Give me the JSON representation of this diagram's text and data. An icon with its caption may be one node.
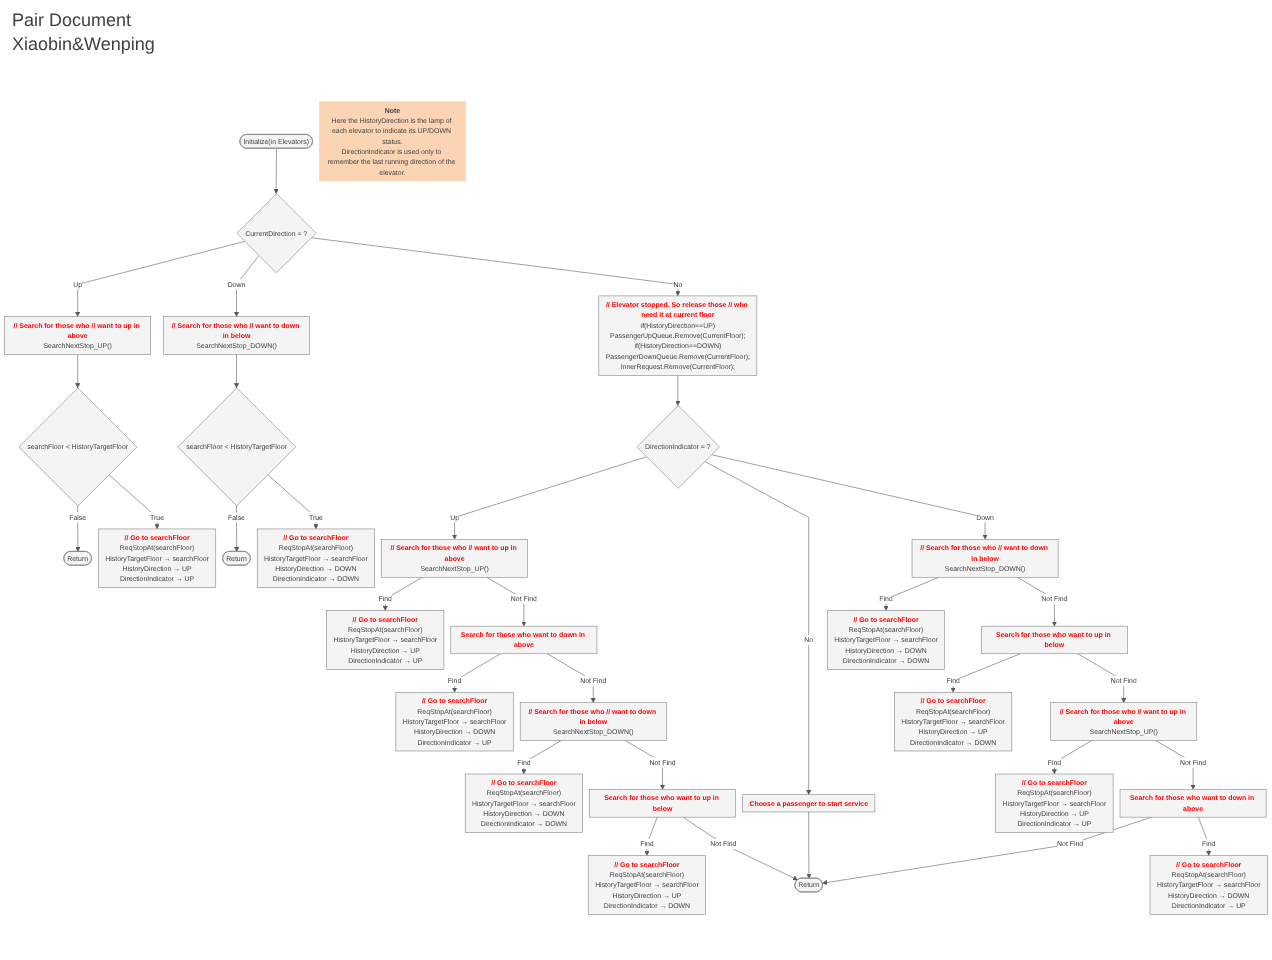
{
  "diagram": {
    "title": "Pair Document",
    "labels": [
      "Xiaobin&Wenping"
    ],
    "nodes": [
      {
        "text": [
          "Initialize(in Elevators)"
        ]
      },
      {
        "text": [
          "CurrentDirection = ?"
        ]
      },
      {
        "text": [
          "// Search for those who // want to up in above",
          "SearchNextStop_UP()"
        ]
      },
      {
        "text": [
          "// Search for those who // want to down in below",
          "SearchNextStop_DOWN()"
        ]
      },
      {
        "text": [
          "Return"
        ]
      },
      {
        "text": [
          "searchFloor < HistoryTargetFloor"
        ]
      },
      {
        "text": [
          "// Elevator stopped. So release those // who need it at current floor",
          "if(HistoryDirection==UP)",
          "PassengerUpQueue.Remove(CurrentFloor);",
          "if(HistoryDirection==DOWN)",
          "PassengerDownQueue.Remove(CurrentFloor);",
          "InnerRequest.Remove(CurrentFloor);"
        ]
      },
      {
        "text": [
          "searchFloor < HistoryTargetFloor"
        ]
      },
      {
        "text": [
          "Return"
        ]
      },
      {
        "text": [
          "Note",
          "Here the HistoryDirection is the lamp of each elevator to indicate its UP/DOWN status.",
          "DirectionIndicator is used only to remember the last running direction of the elevator."
        ]
      },
      {
        "text": [
          "// Go to searchFloor",
          "ReqStopAt(searchFloor)",
          "HistoryTargetFloor → searchFloor",
          "HistoryDirection → UP",
          "DirectionIndicator → UP"
        ]
      },
      {
        "text": [
          "// Go to searchFloor",
          "ReqStopAt(searchFloor)",
          "HistoryTargetFloor → searchFloor",
          "HistoryDirection → DOWN",
          "DirectionIndicator → DOWN"
        ]
      },
      {
        "text": [
          "DirectionIndicator = ?"
        ]
      },
      {
        "text": [
          "// Go to searchFloor",
          "ReqStopAt(searchFloor)",
          "HistoryTargetFloor → searchFloor",
          "HistoryDirection → UP",
          "DirectionIndicator → UP"
        ]
      },
      {
        "text": [
          "// Search for those who // want to up in above",
          "SearchNextStop_UP()"
        ]
      },
      {
        "text": [
          "// Search for those who // want to down in below",
          "SearchNextStop_DOWN()"
        ]
      },
      {
        "text": [
          "// Go to searchFloor",
          "ReqStopAt(searchFloor)",
          "HistoryTargetFloor → searchFloor",
          "HistoryDirection → DOWN",
          "DirectionIndicator → DOWN"
        ]
      },
      {
        "text": [
          "// Go to searchFloor",
          "ReqStopAt(searchFloor)",
          "HistoryTargetFloor → searchFloor",
          "HistoryDirection → DOWN",
          "DirectionIndicator → UP"
        ]
      },
      {
        "text": [
          "Search for those who want to down in above"
        ]
      },
      {
        "text": [
          "Choose a passenger to start service"
        ]
      },
      {
        "text": [
          "Search for those who want to up in below"
        ]
      },
      {
        "text": [
          "// Go to searchFloor",
          "ReqStopAt(searchFloor)",
          "HistoryTargetFloor → searchFloor",
          "HistoryDirection → UP",
          "DirectionIndicator → DOWN"
        ]
      },
      {
        "text": [
          "// Go to searchFloor",
          "ReqStopAt(searchFloor)",
          "HistoryTargetFloor → searchFloor",
          "HistoryDirection → DOWN",
          "DirectionIndicator → DOWN"
        ]
      },
      {
        "text": [
          "// Search for those who // want to down in below",
          "SearchNextStop_DOWN()"
        ]
      },
      {
        "text": [
          "// Search for those who // want to up in above",
          "SearchNextStop_UP()"
        ]
      },
      {
        "text": [
          "// Go to searchFloor",
          "ReqStopAt(searchFloor)",
          "HistoryTargetFloor → searchFloor",
          "HistoryDirection → UP",
          "DirectionIndicator → UP"
        ]
      },
      {
        "text": [
          "// Go to searchFloor",
          "ReqStopAt(searchFloor)",
          "HistoryTargetFloor → searchFloor",
          "HistoryDirection → UP",
          "DirectionIndicator → DOWN"
        ]
      },
      {
        "text": [
          "Search for those who want to up in below"
        ]
      },
      {
        "text": [
          "Return"
        ]
      },
      {
        "text": [
          "Search for those who want to down in above"
        ]
      },
      {
        "text": [
          "// Go to searchFloor",
          "ReqStopAt(searchFloor)",
          "HistoryTargetFloor → searchFloor",
          "HistoryDirection → DOWN",
          "DirectionIndicator → UP"
        ]
      }
    ],
    "edges": [
      {
        "from": 0,
        "to": 1,
        "arrow": "to"
      },
      {
        "from": 1,
        "to": 2,
        "label": "Up",
        "arrow": "to"
      },
      {
        "from": 1,
        "to": 3,
        "label": "Down",
        "arrow": "to"
      },
      {
        "from": 1,
        "to": 6,
        "label": "No",
        "arrow": "to"
      },
      {
        "from": 2,
        "to": 5,
        "arrow": "to"
      },
      {
        "from": 3,
        "to": 7,
        "arrow": "to"
      },
      {
        "from": 5,
        "to": 4,
        "label": "False",
        "arrow": "to"
      },
      {
        "from": 5,
        "to": 10,
        "label": "True",
        "arrow": "to"
      },
      {
        "from": 7,
        "to": 8,
        "label": "False",
        "arrow": "to"
      },
      {
        "from": 7,
        "to": 11,
        "label": "True",
        "arrow": "to"
      },
      {
        "from": 6,
        "to": 12,
        "arrow": "to"
      },
      {
        "from": 12,
        "to": 14,
        "label": "Up",
        "arrow": "to"
      },
      {
        "from": 12,
        "to": 19,
        "label": "No",
        "arrow": "to"
      },
      {
        "from": 12,
        "to": 15,
        "label": "Down",
        "arrow": "to"
      },
      {
        "from": 14,
        "to": 13,
        "label": "Find",
        "arrow": "to"
      },
      {
        "from": 14,
        "to": 18,
        "label": "Not Find",
        "arrow": "to"
      },
      {
        "from": 15,
        "to": 16,
        "label": "Find",
        "arrow": "to"
      },
      {
        "from": 15,
        "to": 20,
        "label": "Not Find",
        "arrow": "to"
      },
      {
        "from": 18,
        "to": 17,
        "label": "Find",
        "arrow": "to"
      },
      {
        "from": 18,
        "to": 23,
        "label": "Not Find",
        "arrow": "to"
      },
      {
        "from": 20,
        "to": 21,
        "label": "Find",
        "arrow": "to"
      },
      {
        "from": 20,
        "to": 24,
        "label": "Not Find",
        "arrow": "to"
      },
      {
        "from": 23,
        "to": 22,
        "label": "Find",
        "arrow": "to"
      },
      {
        "from": 23,
        "to": 27,
        "label": "Not Find",
        "arrow": "to"
      },
      {
        "from": 24,
        "to": 25,
        "label": "Find",
        "arrow": "to"
      },
      {
        "from": 24,
        "to": 29,
        "label": "Not Find",
        "arrow": "to"
      },
      {
        "from": 27,
        "to": 26,
        "label": "Find",
        "arrow": "to"
      },
      {
        "from": 27,
        "to": 28,
        "label": "Not Find",
        "arrow": "to"
      },
      {
        "from": 19,
        "to": 28,
        "arrow": "to"
      },
      {
        "from": 29,
        "to": 28,
        "label": "Not Find",
        "arrow": "to"
      },
      {
        "from": 29,
        "to": 30,
        "label": "Find",
        "arrow": "to"
      }
    ]
  }
}
